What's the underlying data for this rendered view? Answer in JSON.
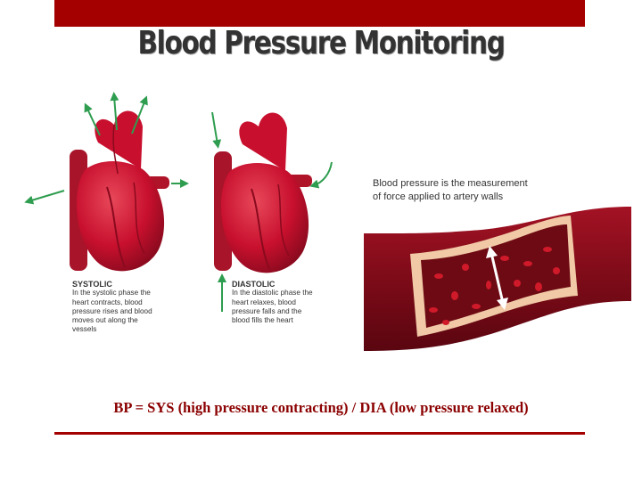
{
  "slide": {
    "title": "Blood Pressure Monitoring",
    "formula": "BP = SYS (high pressure contracting) / DIA (low pressure relaxed)"
  },
  "figure": {
    "systolic": {
      "heading": "SYSTOLIC",
      "lines": [
        "In the systolic phase the",
        "heart contracts, blood",
        "pressure rises and blood",
        "moves out along the",
        "vessels"
      ]
    },
    "diastolic": {
      "heading": "DIASTOLIC",
      "lines": [
        "In the diastolic phase the",
        "heart relaxes, blood",
        "pressure falls and the",
        "blood fills the heart"
      ]
    },
    "artery": {
      "lines": [
        "Blood pressure is the measurement",
        "of force applied to artery walls"
      ]
    }
  },
  "colors": {
    "accent_bar": "#a50000",
    "formula_text": "#8b0000",
    "arrow_green": "#2e9d4f",
    "heart_red": "#c8102e"
  }
}
